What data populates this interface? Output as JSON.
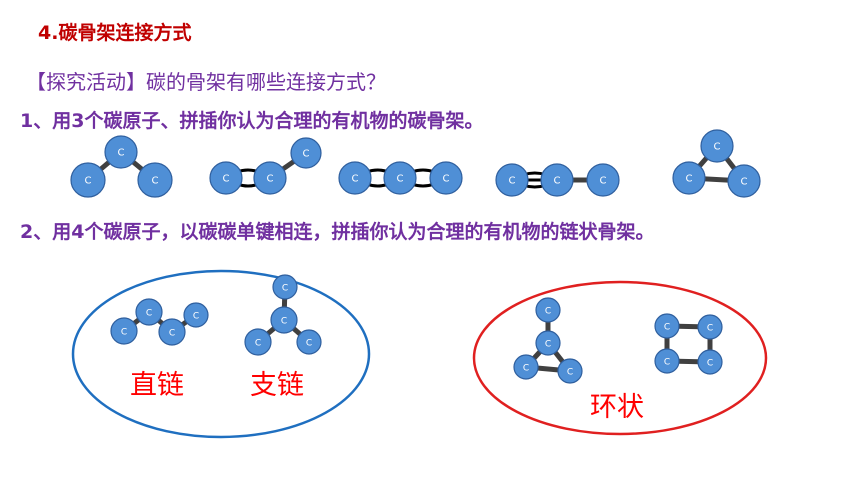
{
  "title": "4.碳骨架连接方式",
  "activity": "【探究活动】碳的骨架有哪些连接方式？",
  "question1": "1、用3个碳原子、拼插你认为合理的有机物的碳骨架。",
  "question2": "2、用4个碳原子，以碳碳单键相连，拼插你认为合理的有机物的链状骨架。",
  "atom_label": "C",
  "labels": {
    "straight_chain": "直链",
    "branched_chain": "支链",
    "ring": "环状"
  },
  "colors": {
    "title": "#c00000",
    "text": "#7030a0",
    "atom_fill": "#4f8fd6",
    "atom_stroke": "#2f5f9e",
    "bond": "#404040",
    "left_ellipse": "#1f6fc0",
    "right_ellipse": "#e02020",
    "label": "#ff0000"
  }
}
